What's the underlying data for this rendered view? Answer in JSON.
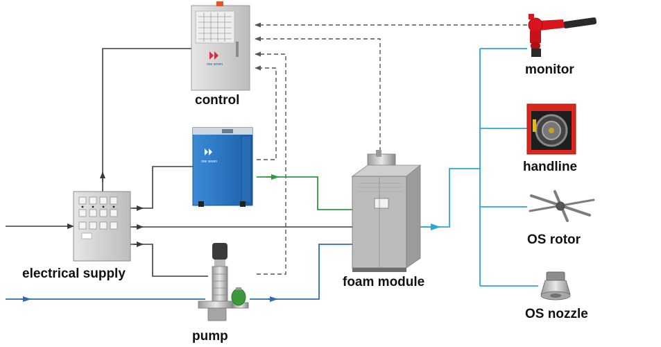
{
  "labels": {
    "control": "control",
    "electrical_supply": "electrical supply",
    "pump": "pump",
    "foam_module": "foam module",
    "monitor": "monitor",
    "handline": "handline",
    "os_rotor": "OS rotor",
    "os_nozzle": "OS nozzle"
  },
  "brand_text": "one seven",
  "colors": {
    "power_line": "#3a3a3a",
    "signal_line": "#555555",
    "water_line": "#2b6cb0",
    "air_line": "#2e9a3c",
    "foam_line": "#29a8d8",
    "monitor_red": "#d8141c",
    "cabinet_blue": "#1e6fc0",
    "panel_gray": "#d8d8d8"
  }
}
